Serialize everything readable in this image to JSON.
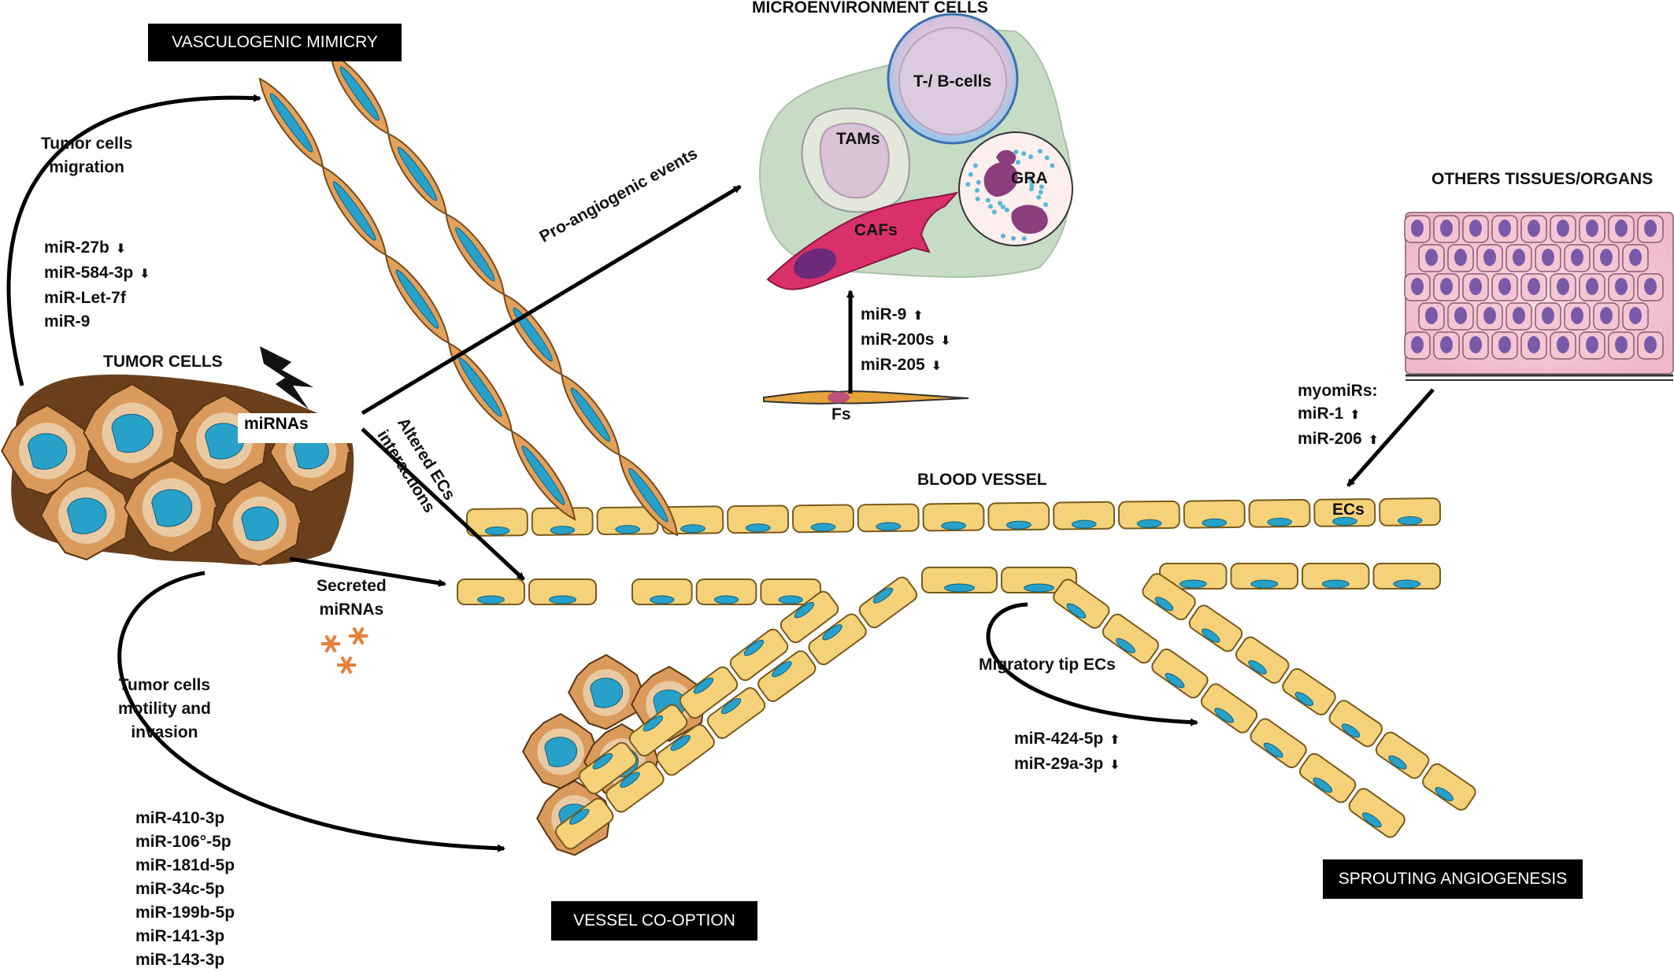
{
  "boxes": {
    "vasculogenic_mimicry": "VASCULOGENIC MIMICRY",
    "vessel_cooption": "VESSEL CO-OPTION",
    "sprouting_angiogenesis": "SPROUTING ANGIOGENESIS"
  },
  "headers": {
    "microenvironment": "MICROENVIRONMENT CELLS",
    "other_tissues": "OTHERS TISSUES/ORGANS",
    "tumor_cells": "TUMOR CELLS",
    "blood_vessel": "BLOOD VESSEL"
  },
  "cells": {
    "t_b_cells": "T-/ B-cells",
    "tams": "TAMs",
    "gra": "GRA",
    "cafs": "CAFs",
    "fs": "Fs",
    "ecs": "ECs",
    "mirnas": "miRNAs"
  },
  "process_labels": {
    "tumor_migration": [
      "Tumor cells",
      "migration"
    ],
    "pro_angiogenic": "Pro-angiogenic events",
    "altered_ecs": [
      "Altered ECs",
      "interactions"
    ],
    "secreted": [
      "Secreted",
      "miRNAs"
    ],
    "motility": [
      "Tumor cells",
      "motility and",
      "invasion"
    ],
    "migratory_tip": "Migratory tip ECs"
  },
  "mirna_lists": {
    "migration": [
      {
        "name": "miR-27b",
        "trend": "down"
      },
      {
        "name": "miR-584-3p",
        "trend": "down"
      },
      {
        "name": "miR-Let-7f",
        "trend": ""
      },
      {
        "name": "miR-9",
        "trend": ""
      }
    ],
    "microenvironment": [
      {
        "name": "miR-9",
        "trend": "up"
      },
      {
        "name": "miR-200s",
        "trend": "down"
      },
      {
        "name": "miR-205",
        "trend": "down"
      }
    ],
    "myomirs_title": "myomiRs:",
    "myomirs": [
      {
        "name": "miR-1",
        "trend": "up"
      },
      {
        "name": "miR-206",
        "trend": "up"
      }
    ],
    "sprouting": [
      {
        "name": "miR-424-5p",
        "trend": "up"
      },
      {
        "name": "miR-29a-3p",
        "trend": "down"
      }
    ],
    "cooption": [
      {
        "name": "miR-410-3p",
        "trend": ""
      },
      {
        "name": "miR-106°-5p",
        "trend": ""
      },
      {
        "name": "miR-181d-5p",
        "trend": ""
      },
      {
        "name": "miR-34c-5p",
        "trend": ""
      },
      {
        "name": "miR-199b-5p",
        "trend": ""
      },
      {
        "name": "miR-141-3p",
        "trend": ""
      },
      {
        "name": "miR-143-3p",
        "trend": ""
      }
    ]
  },
  "colors": {
    "ec_fill": "#f5d27a",
    "ec_stroke": "#7a5a1c",
    "nucleus": "#27a1c9",
    "tumor_cell": "#d99a5c",
    "tumor_bg": "#6b3f1b",
    "vm_cell": "#e0a15c",
    "tissue": "#f4c6d4",
    "tissue_nucleus": "#7a5aa8",
    "micro_bg": "#c7dcc4",
    "caf": "#d9306c",
    "asterisk": "#e67e3c"
  }
}
